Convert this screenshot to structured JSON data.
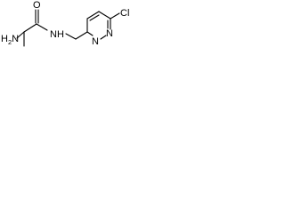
{
  "molecule": {
    "atoms": {
      "carbonyl_oxygen": "O",
      "amine_group": "H2N",
      "amide_nitrogen": "NH",
      "ring_nitrogen_1": "N",
      "ring_nitrogen_2": "N",
      "chlorine": "Cl"
    },
    "amine_parts": {
      "h": "H",
      "sub": "2",
      "n": "N"
    }
  },
  "colors": {
    "bond": "#000000",
    "text": "#000000",
    "background": "#ffffff"
  }
}
